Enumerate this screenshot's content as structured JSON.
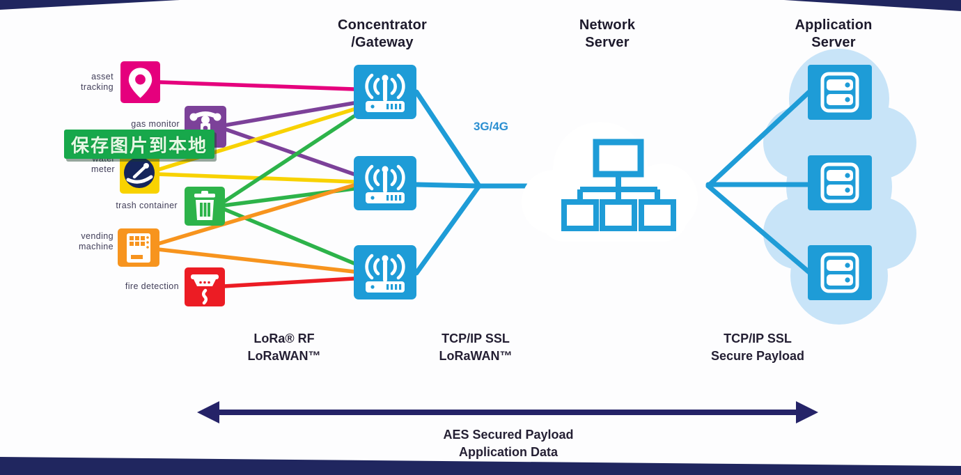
{
  "titles": {
    "concentrator": "Concentrator\n/Gateway",
    "network": "Network\nServer",
    "application": "Application\nServer"
  },
  "devices": [
    {
      "id": "asset-tracking",
      "label": "asset\ntracking",
      "color": "#e5007d"
    },
    {
      "id": "gas-monitor",
      "label": "gas monitor",
      "color": "#7c4199"
    },
    {
      "id": "water-meter",
      "label": "water\nmeter",
      "color": "#f8d200"
    },
    {
      "id": "trash-container",
      "label": "trash container",
      "color": "#2db34a"
    },
    {
      "id": "vending-machine",
      "label": "vending\nmachine",
      "color": "#f7941e"
    },
    {
      "id": "fire-detection",
      "label": "fire detection",
      "color": "#ec1c24"
    }
  ],
  "connection_labels": {
    "cellular": "3G/4G",
    "lora": "LoRa® RF\nLoRaWAN™",
    "tcp_lorawan": "TCP/IP SSL\nLoRaWAN™",
    "tcp_secure": "TCP/IP SSL\nSecure Payload",
    "aes": "AES Secured Payload\nApplication Data"
  },
  "overlay_banner": {
    "text": "保存图片到本地",
    "background": "#17a84b"
  },
  "colors": {
    "gateway_blue": "#1e9cd7",
    "app_cloud_light_blue": "#c8e4f8",
    "arrow_navy": "#252368",
    "cellular_label_blue": "#2b8fd1",
    "line_pink": "#e5007d",
    "line_purple": "#7c4199",
    "line_yellow": "#f8d200",
    "line_green": "#2db34a",
    "line_orange": "#f7941e",
    "line_red": "#ec1c24"
  }
}
